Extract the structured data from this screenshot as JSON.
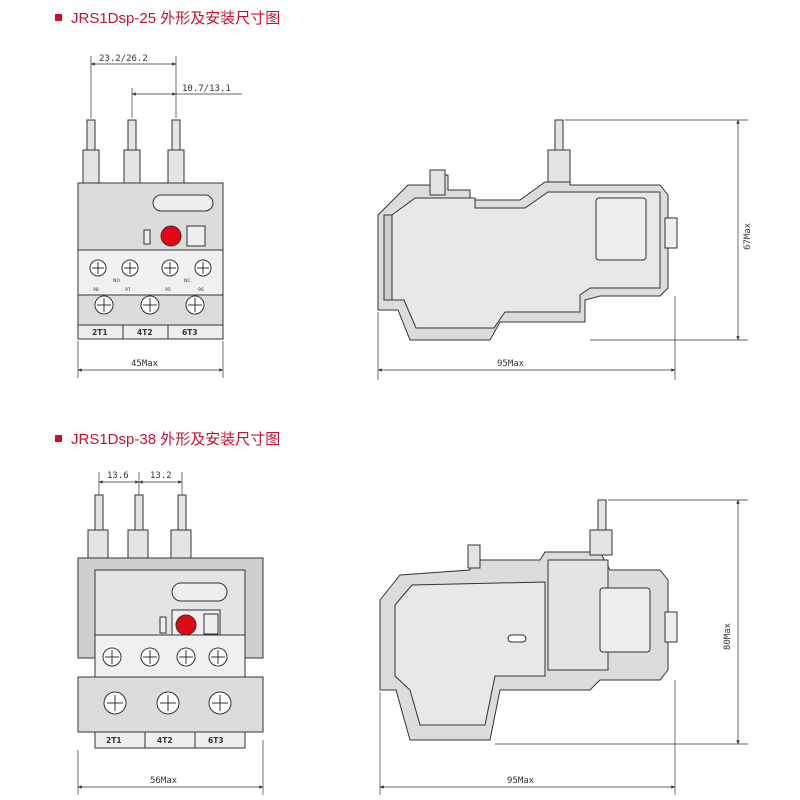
{
  "sections": [
    {
      "title": "JRS1Dsp-25 外形及安装尺寸图",
      "dims": {
        "pitch_top": "23.2/26.2",
        "pitch_right": "10.7/13.1",
        "width": "45Max",
        "depth": "95Max",
        "height": "67Max"
      },
      "terminal_labels": [
        "2T1",
        "4T2",
        "6T3"
      ],
      "aux_labels": {
        "t98": "98",
        "no": "NO",
        "t97": "97",
        "t95": "95",
        "nc": "NC",
        "t96": "96"
      }
    },
    {
      "title": "JRS1Dsp-38 外形及安装尺寸图",
      "dims": {
        "pitch_left": "13.6",
        "pitch_right": "13.2",
        "width": "56Max",
        "depth": "95Max",
        "height": "80Max"
      },
      "terminal_labels": [
        "2T1",
        "4T2",
        "6T3"
      ]
    }
  ],
  "colors": {
    "title_red": "#c8102e",
    "reset_button": "#e30613",
    "body_gray": "#d8d8d8",
    "line": "#333333"
  }
}
